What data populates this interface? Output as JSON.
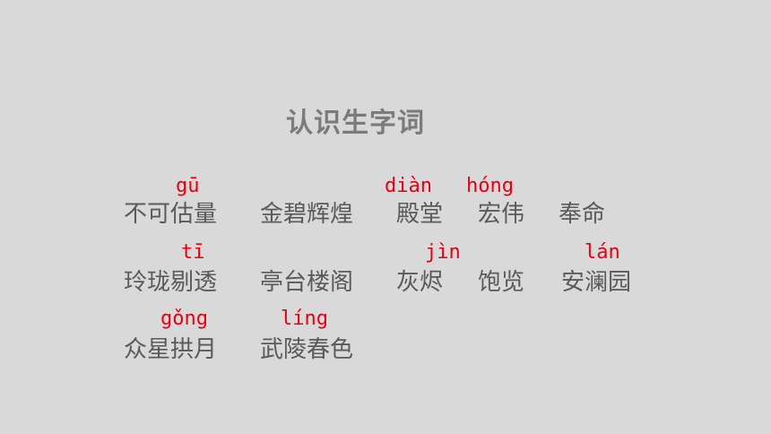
{
  "title": "认识生字词",
  "pinyin": [
    "gū",
    "diàn",
    "hóng",
    "tī",
    "jìn",
    "lán",
    "gǒng",
    "líng"
  ],
  "rows": [
    [
      "不可估量",
      "金碧辉煌",
      "殿堂",
      "宏伟",
      "奉命"
    ],
    [
      "玲珑剔透",
      "亭台楼阁",
      "灰烬",
      "饱览",
      "安澜园"
    ],
    [
      "众星拱月",
      "武陵春色"
    ]
  ]
}
